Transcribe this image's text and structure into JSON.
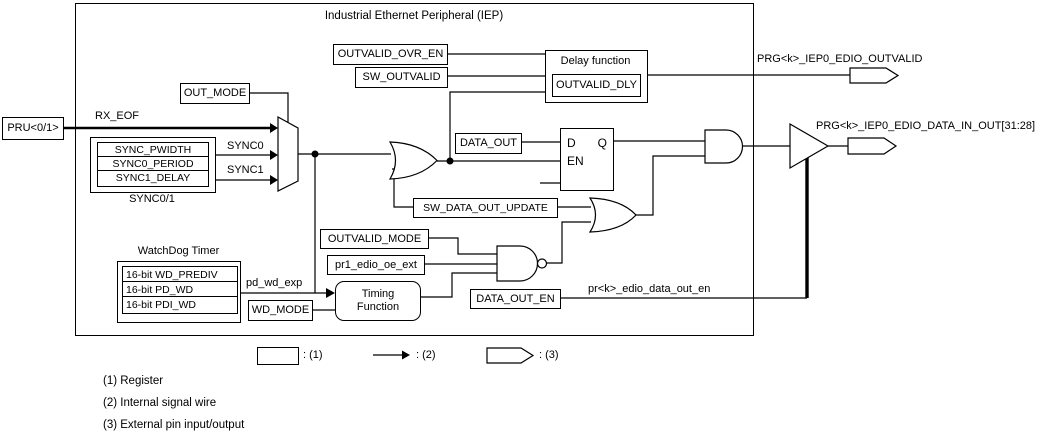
{
  "title": "Industrial Ethernet Peripheral (IEP)",
  "external": {
    "pru": "PRU<0/1>",
    "pin_outvalid": "PRG<k>_IEP0_EDIO_OUTVALID",
    "pin_data_in_out": "PRG<k>_IEP0_EDIO_DATA_IN_OUT[31:28]"
  },
  "signals": {
    "rx_eof": "RX_EOF",
    "sync0": "SYNC0",
    "sync1": "SYNC1",
    "pd_wd_exp": "pd_wd_exp",
    "pr_edio_data_out_en": "pr<k>_edio_data_out_en"
  },
  "registers": {
    "out_mode": "OUT_MODE",
    "outvalid_ovr_en": "OUTVALID_OVR_EN",
    "sw_outvalid": "SW_OUTVALID",
    "outvalid_dly": "OUTVALID_DLY",
    "data_out": "DATA_OUT",
    "sw_data_out_update": "SW_DATA_OUT_UPDATE",
    "outvalid_mode": "OUTVALID_MODE",
    "pr1_edio_oe_ext": "pr1_edio_oe_ext",
    "wd_mode": "WD_MODE",
    "data_out_en": "DATA_OUT_EN"
  },
  "blocks": {
    "delay_function": "Delay function",
    "timing_function": "Timing Function",
    "flipflop": {
      "d": "D",
      "q": "Q",
      "en": "EN"
    }
  },
  "sync_group": {
    "label": "SYNC0/1",
    "rows": [
      "SYNC_PWIDTH",
      "SYNC0_PERIOD",
      "SYNC1_DELAY"
    ]
  },
  "watchdog": {
    "label": "WatchDog Timer",
    "rows": [
      "16-bit WD_PREDIV",
      "16-bit PD_WD",
      "16-bit PDI_WD"
    ]
  },
  "legend": {
    "register_key": ": (1)",
    "wire_key": ": (2)",
    "pin_key": ": (3)",
    "notes": [
      "(1) Register",
      "(2) Internal signal wire",
      "(3) External pin input/output"
    ]
  },
  "colors": {
    "line": "#000000",
    "background": "#ffffff"
  }
}
